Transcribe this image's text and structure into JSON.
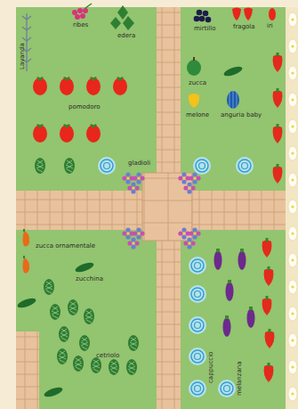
{
  "diagram": {
    "labels": [
      "Lavanda",
      "ribes",
      "edera",
      "mirtillo",
      "fragola",
      "iri",
      "pomodoro",
      "zucca",
      "melone",
      "anguria baby",
      "gladioli",
      "zucca ornamentale",
      "zucchina",
      "cetriolo",
      "cappuccio",
      "melanzana"
    ]
  }
}
